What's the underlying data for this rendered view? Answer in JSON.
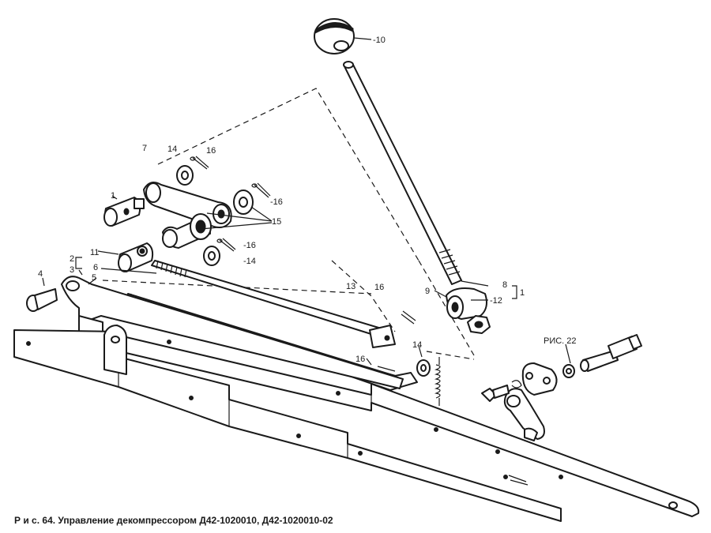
{
  "caption": "Р и с. 64. Управление декомпрессором Д42-1020010, Д42-1020010-02",
  "labels": {
    "l10": "-10",
    "l7": "7",
    "l14a": "14",
    "l16a": "16",
    "l16b": "-16",
    "l15": "15",
    "l1a": "1",
    "l16c": "-16",
    "l14b": "-14",
    "l11": "11",
    "l2": "2",
    "l3": "3",
    "l6": "6",
    "l5": "5",
    "l4": "4",
    "l13": "13",
    "l16d": "16",
    "l9": "9",
    "l8": "8",
    "l12": "-12",
    "l1b": "1",
    "l14c": "14",
    "l16e": "16",
    "ref": "РИС. 22"
  }
}
